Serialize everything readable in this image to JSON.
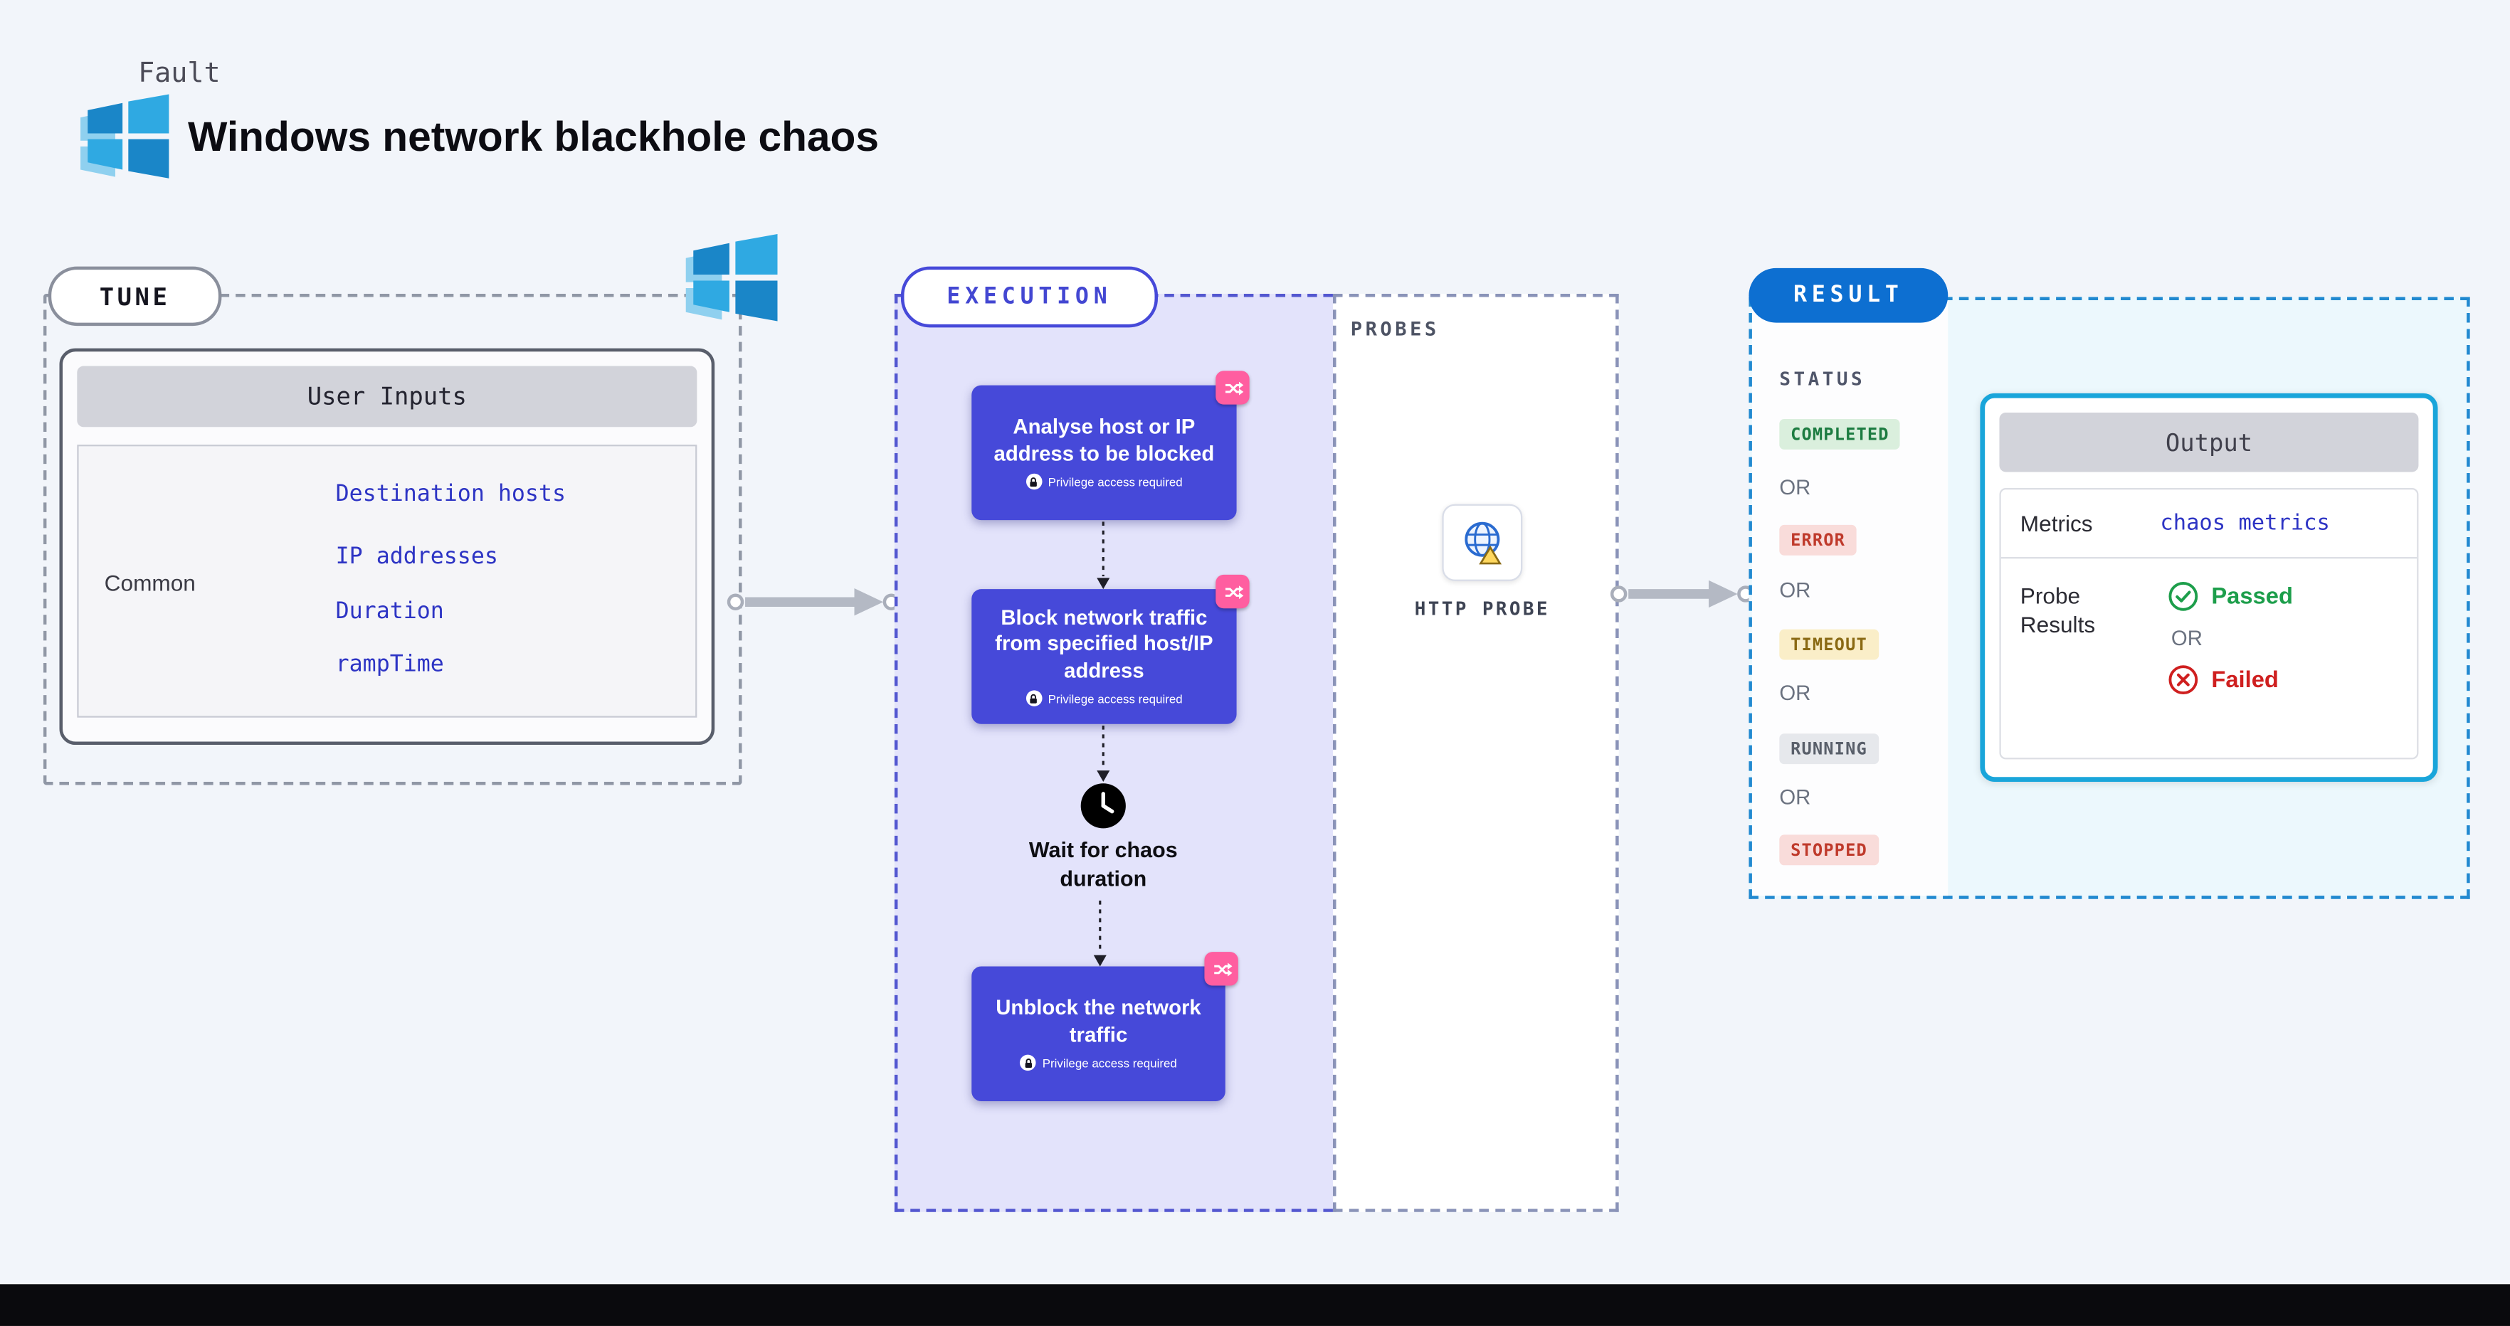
{
  "colors": {
    "page_bg": "#f2f5fa",
    "step_card": "#4649d9",
    "execution_fill": "#e3e3fb",
    "execution_border": "#5357d0",
    "tune_border": "#9097a5",
    "result_border": "#2189d0",
    "result_fill": "#ecf8fd",
    "result_pill": "#0d6fd1",
    "output_border": "#19a5da",
    "link": "#2d34c4",
    "fault_icon_pink": "#ff5ea0",
    "status_success": "#1d7c41",
    "status_error": "#bf3a2b",
    "status_warning": "#8a6a14",
    "status_neutral": "#595f6a"
  },
  "header": {
    "kicker": "Fault",
    "title": "Windows network blackhole chaos"
  },
  "tune": {
    "label": "TUNE",
    "user_inputs": {
      "header": "User Inputs",
      "row_label": "Common",
      "fields": [
        "Destination hosts",
        "IP addresses",
        "Duration",
        "rampTime"
      ]
    }
  },
  "execution": {
    "label": "EXECUTION",
    "steps": [
      {
        "title": "Analyse host or IP address to be blocked",
        "badge": "Privilege access required"
      },
      {
        "title": "Block network traffic from specified host/IP address",
        "badge": "Privilege access required"
      },
      {
        "title": "Unblock the network traffic",
        "badge": "Privilege access required"
      }
    ],
    "wait_step": "Wait for chaos duration"
  },
  "probes": {
    "label": "PROBES",
    "probe_name": "HTTP PROBE"
  },
  "result": {
    "label": "RESULT",
    "status_label": "STATUS",
    "or": "OR",
    "statuses": [
      {
        "text": "COMPLETED",
        "kind": "success"
      },
      {
        "text": "ERROR",
        "kind": "error"
      },
      {
        "text": "TIMEOUT",
        "kind": "warning"
      },
      {
        "text": "RUNNING",
        "kind": "neutral"
      },
      {
        "text": "STOPPED",
        "kind": "error"
      }
    ],
    "output": {
      "header": "Output",
      "metrics_label": "Metrics",
      "metrics_link": "chaos metrics",
      "probe_results_label": "Probe Results",
      "passed": "Passed",
      "or": "OR",
      "failed": "Failed"
    }
  }
}
